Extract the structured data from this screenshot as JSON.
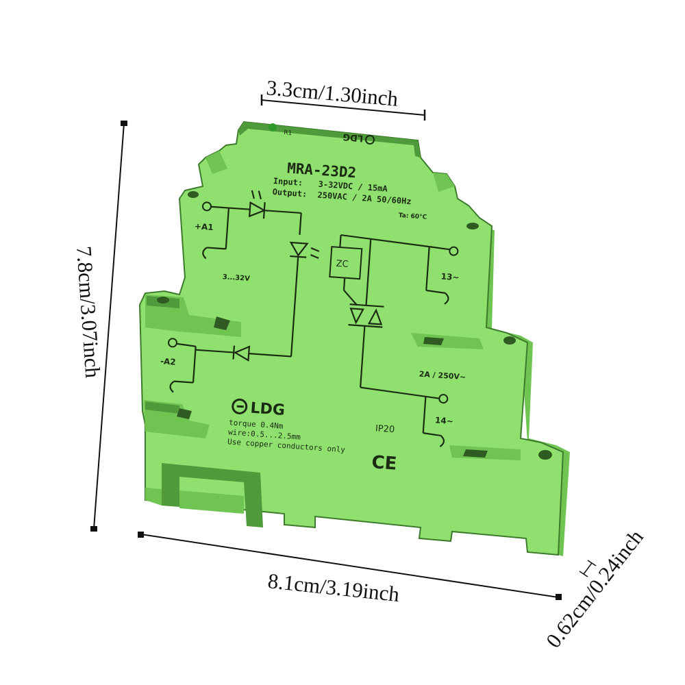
{
  "dimensions": {
    "width_top": "3.3cm/1.30inch",
    "height": "7.8cm/3.07inch",
    "length": "8.1cm/3.19inch",
    "thickness": "0.62cm/0.24inch"
  },
  "relay": {
    "model": "MRA-23D2",
    "input_label": "Input:",
    "input_value": "3-32VDC / 15mA",
    "output_label": "Output:",
    "output_value": "250VAC / 2A  50/60Hz",
    "temperature": "Ta: 60°C",
    "terminal_a1": "+A1",
    "terminal_a2": "-A2",
    "terminal_13": "13~",
    "terminal_14": "14~",
    "voltage_range": "3...32V",
    "zc_label": "ZC",
    "output_rating": "2A / 250V~",
    "brand": "LDG",
    "torque": "torque 0.4Nm",
    "wire": "wire:0.5...2.5mm",
    "copper_note": "Use copper conductors only",
    "ip_rating": "IP20",
    "ce_mark": "CE",
    "top_mark": "R1",
    "top_brand": "LDG"
  },
  "colors": {
    "housing": "#8fe06f",
    "housing_shadow": "#6fc452",
    "print": "#1b2a12"
  }
}
